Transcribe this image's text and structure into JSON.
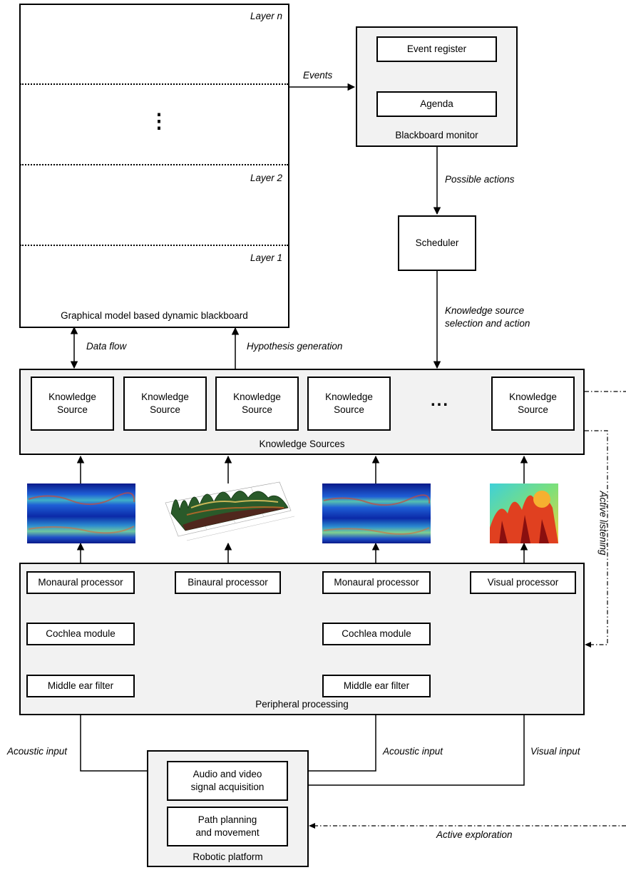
{
  "blackboard": {
    "title": "Graphical model based dynamic blackboard",
    "layers": [
      "Layer n",
      "Layer 2",
      "Layer 1"
    ],
    "ellipsis": "⋮"
  },
  "monitor": {
    "title": "Blackboard monitor",
    "event_register": "Event register",
    "agenda": "Agenda"
  },
  "scheduler": {
    "label": "Scheduler"
  },
  "flow_labels": {
    "events": "Events",
    "possible_actions": "Possible actions",
    "ks_selection_line1": "Knowledge source",
    "ks_selection_line2": "selection and action",
    "data_flow": "Data flow",
    "hypothesis_generation": "Hypothesis generation",
    "active_listening": "Active listening",
    "acoustic_input_left": "Acoustic input",
    "acoustic_input_right": "Acoustic input",
    "visual_input": "Visual input",
    "active_exploration": "Active exploration"
  },
  "knowledge_sources": {
    "title": "Knowledge Sources",
    "items": [
      {
        "line1": "Knowledge",
        "line2": "Source"
      },
      {
        "line1": "Knowledge",
        "line2": "Source"
      },
      {
        "line1": "Knowledge",
        "line2": "Source"
      },
      {
        "line1": "Knowledge",
        "line2": "Source"
      },
      {
        "line1": "Knowledge",
        "line2": "Source"
      }
    ],
    "ellipsis": "..."
  },
  "peripheral": {
    "title": "Peripheral processing",
    "monaural_left": "Monaural processor",
    "binaural": "Binaural processor",
    "monaural_right": "Monaural processor",
    "visual": "Visual processor",
    "cochlea_left": "Cochlea module",
    "cochlea_right": "Cochlea module",
    "middle_ear_left": "Middle ear filter",
    "middle_ear_right": "Middle ear filter"
  },
  "robot": {
    "title": "Robotic platform",
    "acq_line1": "Audio and video",
    "acq_line2": "signal acquisition",
    "path_line1": "Path planning",
    "path_line2": "and movement"
  }
}
